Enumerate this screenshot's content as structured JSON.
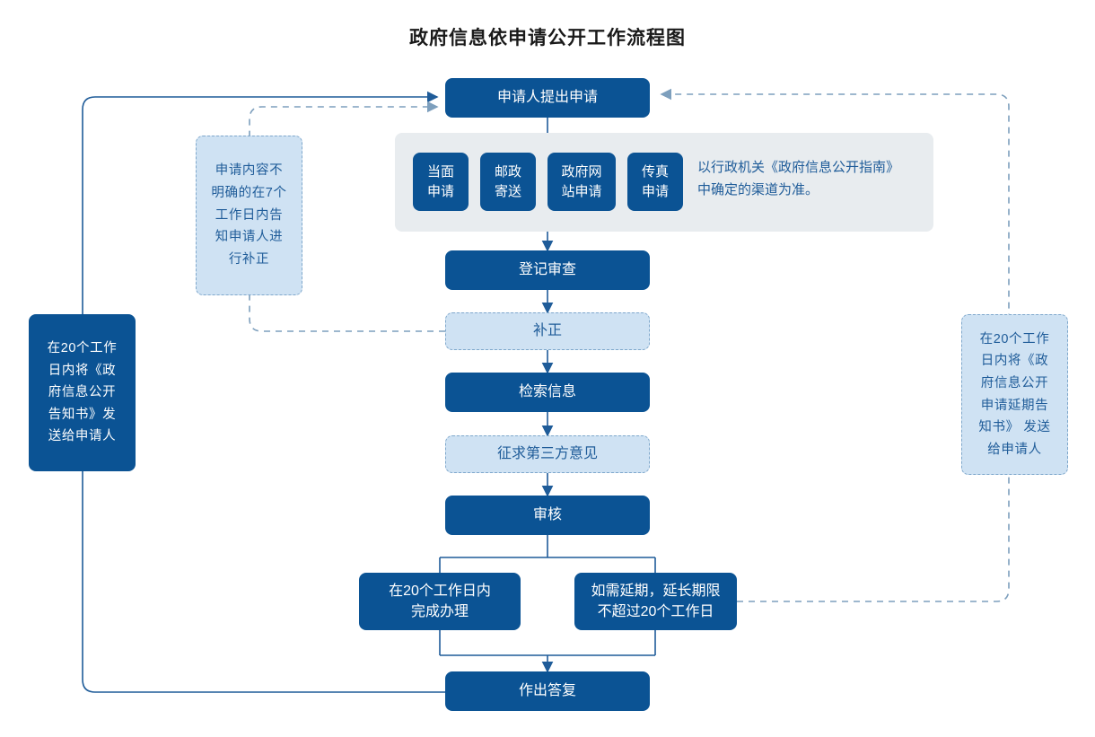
{
  "title": "政府信息依申请公开工作流程图",
  "colors": {
    "dark_box": "#0b5394",
    "light_box": "#cfe2f3",
    "light_box_text": "#1f5c99",
    "band_bg": "#e8ecef",
    "line": "#1f5c99",
    "title_text": "#1a1a1a"
  },
  "nodes": {
    "apply": "申请人提出申请",
    "channel_in_person": "当面\n申请",
    "channel_post": "邮政\n寄送",
    "channel_website": "政府网\n站申请",
    "channel_fax": "传真\n申请",
    "channel_note": "以行政机关《政府信息公开指南》\n中确定的渠道为准。",
    "register_review": "登记审查",
    "supplement": "补正",
    "search_info": "检索信息",
    "third_party": "征求第三方意见",
    "audit": "审核",
    "complete_in_20": "在20个工作日内\n完成办理",
    "extension": "如需延期，延长期限\n不超过20个工作日",
    "reply": "作出答复",
    "note_left_supplement": "申请内容不\n明确的在7个\n工作日内告\n知申请人进\n行补正",
    "note_left_notice": "在20个工作\n日内将《政\n府信息公开\n告知书》发\n送给申请人",
    "note_right_extension": "在20个工作\n日内将《政\n府信息公开\n申请延期告\n知书》 发送\n给申请人"
  }
}
